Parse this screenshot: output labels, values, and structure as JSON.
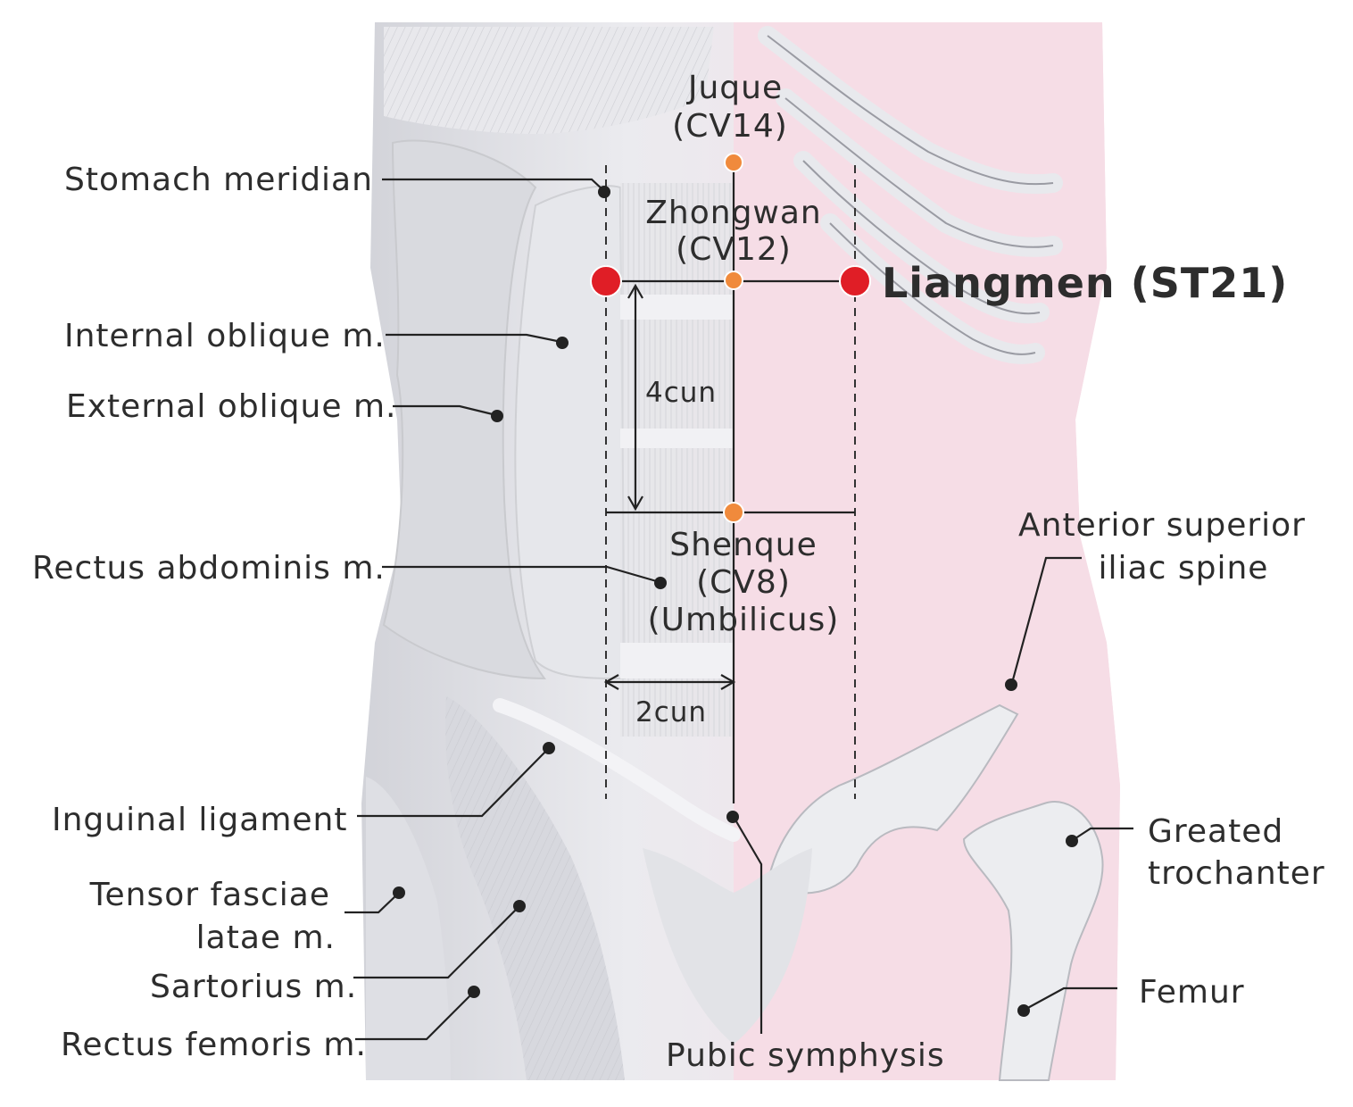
{
  "labels": {
    "stomach_meridian": "Stomach meridian",
    "internal_oblique": "Internal oblique m.",
    "external_oblique": "External oblique m.",
    "rectus_abdominis": "Rectus abdominis m.",
    "inguinal_ligament": "Inguinal ligament",
    "tensor_fasciae_line1": "Tensor fasciae",
    "tensor_fasciae_line2": "latae m.",
    "sartorius": "Sartorius m.",
    "rectus_femoris": "Rectus femoris m.",
    "pubic_symphysis": "Pubic symphysis",
    "femur": "Femur",
    "greater_trochanter_line1": "Greated",
    "greater_trochanter_line2": "trochanter",
    "asis_line1": "Anterior superior",
    "asis_line2": "iliac spine"
  },
  "points": {
    "juque_name": "Juque",
    "juque_code": "(CV14)",
    "zhongwan_name": "Zhongwan",
    "zhongwan_code": "(CV12)",
    "shenque_name": "Shenque",
    "shenque_code": "(CV8)",
    "shenque_note": "(Umbilicus)",
    "liangmen": "Liangmen (ST21)"
  },
  "measurements": {
    "vertical": "4cun",
    "horizontal": "2cun"
  },
  "colors": {
    "key_point": "#e01e26",
    "reference_point": "#f08a3c",
    "skin_pink": "#f6dde6",
    "muscle_grey": "#dcdde2",
    "bone": "#ebecef"
  }
}
